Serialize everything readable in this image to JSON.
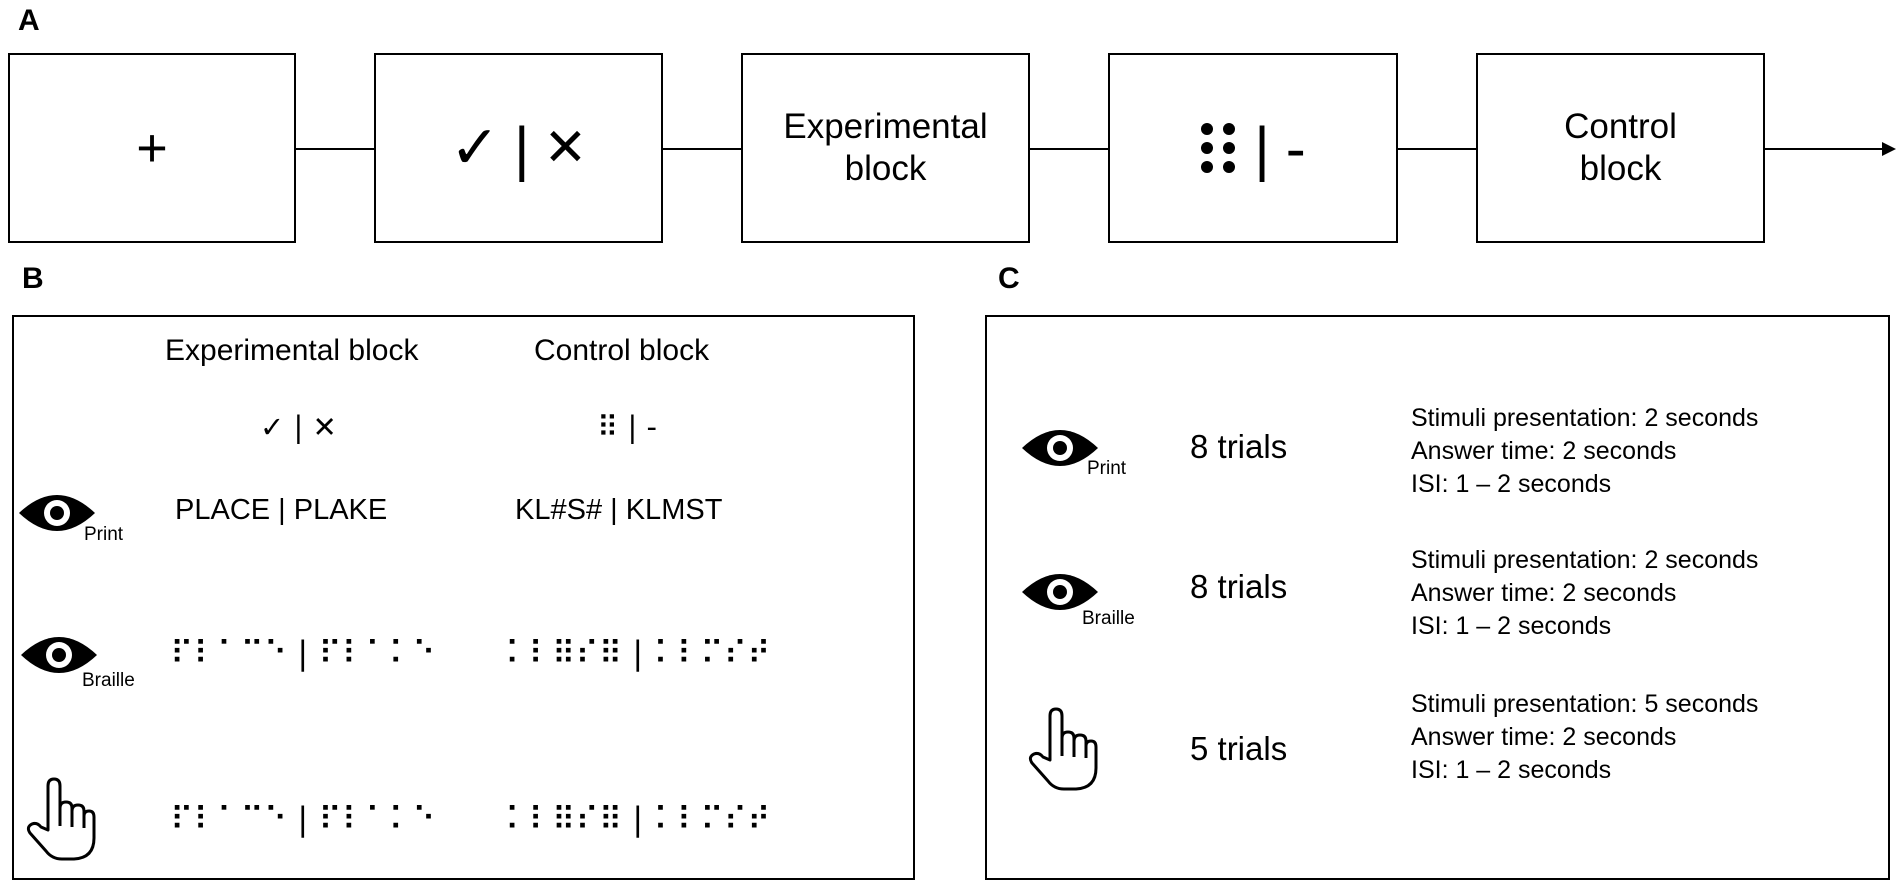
{
  "panels": {
    "a": "A",
    "b": "B",
    "c": "C"
  },
  "flow": {
    "box1": "+",
    "box2": {
      "check": "✓",
      "sep": "|",
      "cross": "✕"
    },
    "box3": {
      "line1": "Experimental",
      "line2": "block"
    },
    "box4": {
      "sep": "|",
      "dash": "-"
    },
    "box5": {
      "line1": "Control",
      "line2": "block"
    }
  },
  "panel_b": {
    "col_experimental": "Experimental block",
    "col_control": "Control block",
    "exp_symbols": "✓ | ✕",
    "ctrl_symbols": "⠿ | -",
    "rows": [
      {
        "modality": "Print",
        "experimental": "PLACE | PLAKE",
        "control": "KL#S# | KLMST"
      },
      {
        "modality": "Braille",
        "experimental": "⠏⠇⠁⠉⠑ | ⠏⠇⠁⠅⠑",
        "control": "⠅⠇⠿⠎⠿ | ⠅⠇⠍⠎⠞"
      },
      {
        "modality": "",
        "experimental": "⠏⠇⠁⠉⠑ | ⠏⠇⠁⠅⠑",
        "control": "⠅⠇⠿⠎⠿ | ⠅⠇⠍⠎⠞"
      }
    ]
  },
  "panel_c": {
    "rows": [
      {
        "modality": "Print",
        "trials": "8 trials",
        "presentation": "Stimuli presentation:  2 seconds",
        "answer": "Answer time: 2 seconds",
        "isi": "ISI: 1 – 2 seconds"
      },
      {
        "modality": "Braille",
        "trials": "8 trials",
        "presentation": "Stimuli presentation:  2 seconds",
        "answer": "Answer time: 2 seconds",
        "isi": "ISI: 1 – 2 seconds"
      },
      {
        "modality": "",
        "trials": "5 trials",
        "presentation": "Stimuli presentation:  5 seconds",
        "answer": "Answer time: 2 seconds",
        "isi": "ISI: 1 – 2 seconds"
      }
    ]
  },
  "icons": {
    "eye": "eye-icon",
    "hand": "pointing-hand-icon",
    "braille_cell": "braille-cell-icon"
  }
}
